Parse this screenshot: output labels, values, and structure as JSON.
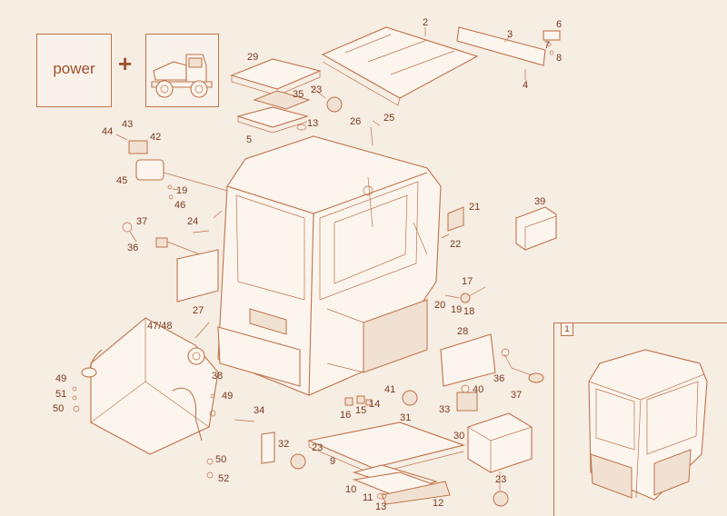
{
  "legend": {
    "power_label": "power",
    "plus": "+"
  },
  "inset": {
    "label": "1"
  },
  "callouts": [
    "2",
    "3",
    "6",
    "7",
    "8",
    "4",
    "29",
    "23",
    "35",
    "5",
    "13",
    "26",
    "25",
    "43",
    "44",
    "42",
    "45",
    "19",
    "46",
    "21",
    "22",
    "39",
    "37",
    "24",
    "36",
    "27",
    "17",
    "20",
    "19",
    "18",
    "47/48",
    "28",
    "38",
    "49",
    "51",
    "50",
    "49",
    "41",
    "40",
    "36",
    "37",
    "33",
    "16",
    "15",
    "14",
    "34",
    "31",
    "30",
    "32",
    "23",
    "50",
    "52",
    "9",
    "10",
    "11",
    "13",
    "12",
    "23"
  ],
  "colors": {
    "line": "#c0734a",
    "text": "#7a3a1e",
    "background": "#f6ede3"
  }
}
